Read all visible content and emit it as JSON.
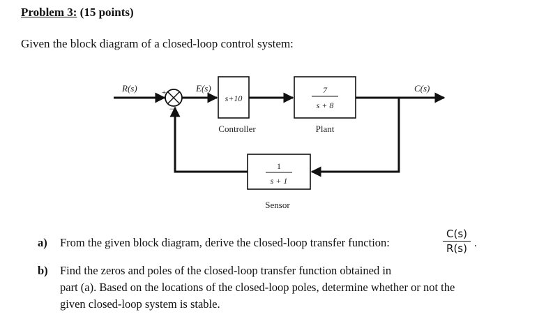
{
  "problem": {
    "label": "Problem 3:",
    "points": "(15 points)"
  },
  "intro": "Given the block diagram of a closed-loop control system:",
  "diagram": {
    "input": "R(s)",
    "error": "E(s)",
    "output": "C(s)",
    "sum_plus": "+",
    "sum_minus": "−",
    "controller": {
      "tf": "s+10",
      "label": "Controller"
    },
    "plant": {
      "num": "7",
      "den": "s + 8",
      "label": "Plant"
    },
    "sensor": {
      "num": "1",
      "den": "s + 1",
      "label": "Sensor"
    }
  },
  "questions": {
    "a": {
      "label": "a)",
      "text": "From the given block diagram, derive the closed-loop transfer function:",
      "frac_num": "C(s)",
      "frac_den": "R(s)",
      "period": "."
    },
    "b": {
      "label": "b)",
      "line1": "Find the zeros and poles of the closed-loop transfer function obtained in",
      "line2": "part (a). Based on the locations of the closed-loop poles, determine whether or not the",
      "line3": "given closed-loop system is stable."
    }
  }
}
